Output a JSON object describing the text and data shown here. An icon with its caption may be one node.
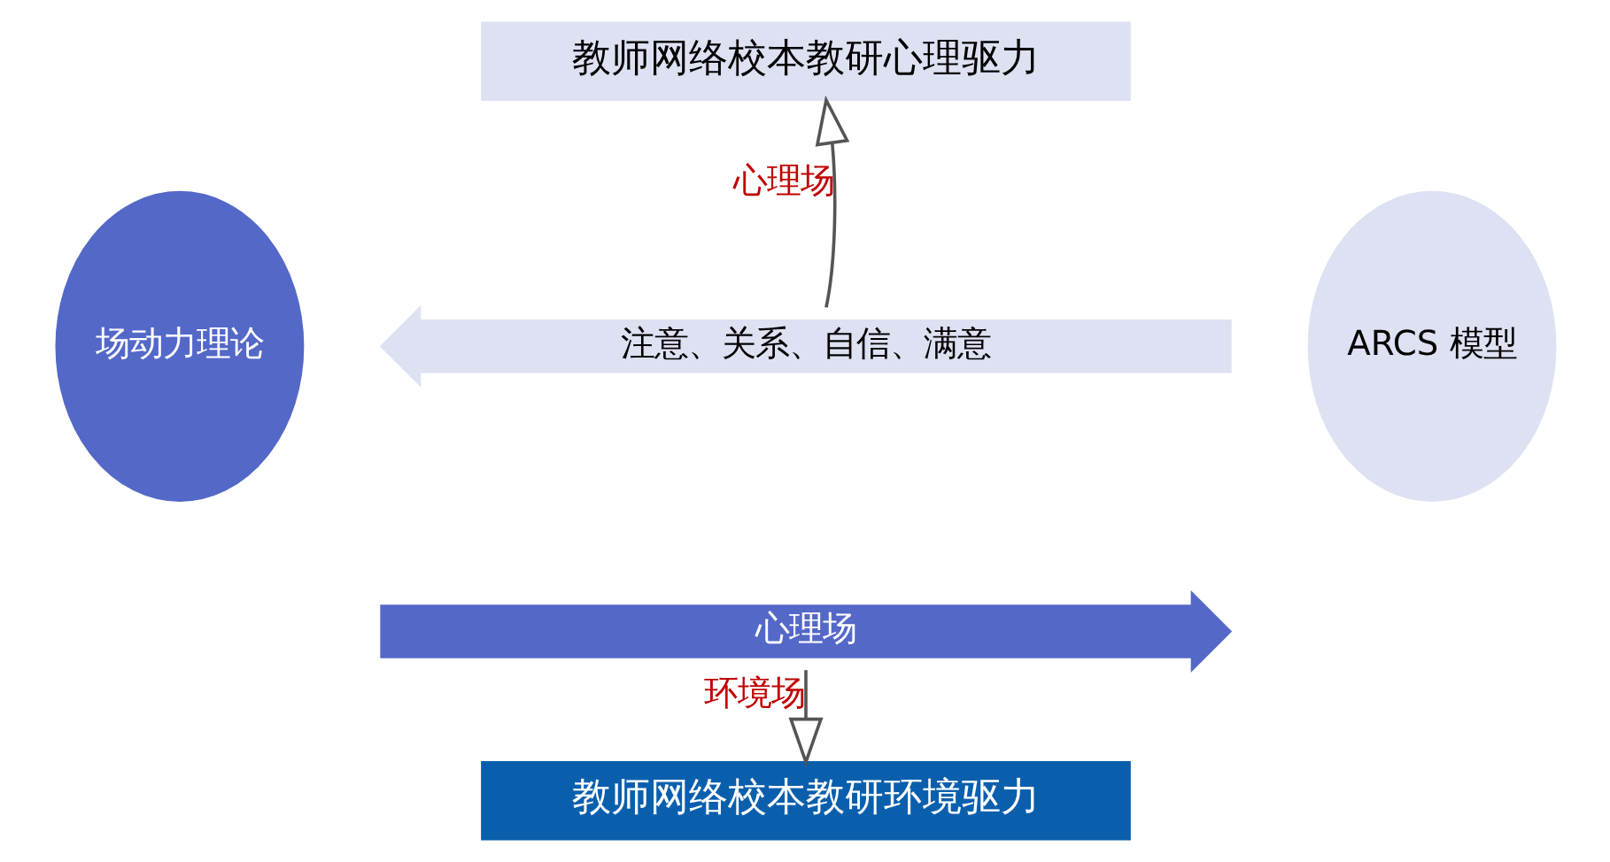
{
  "diagram": {
    "nodes": [
      {
        "text": [
          "教师网络校本教研心理驱力"
        ]
      },
      {
        "text": [
          "场动力理论"
        ]
      },
      {
        "text": [
          "注意、关系、自信、满意"
        ]
      },
      {
        "text": [
          "心理场"
        ]
      },
      {
        "text": [
          "ARCS 模型"
        ]
      },
      {
        "text": [
          "教师网络校本教研环境驱力"
        ]
      }
    ],
    "edges": [
      {
        "from": 2,
        "to": 0,
        "arrow": "to",
        "label": "心理场"
      },
      {
        "from": 3,
        "to": 5,
        "arrow": "to",
        "label": "环境场"
      }
    ]
  }
}
